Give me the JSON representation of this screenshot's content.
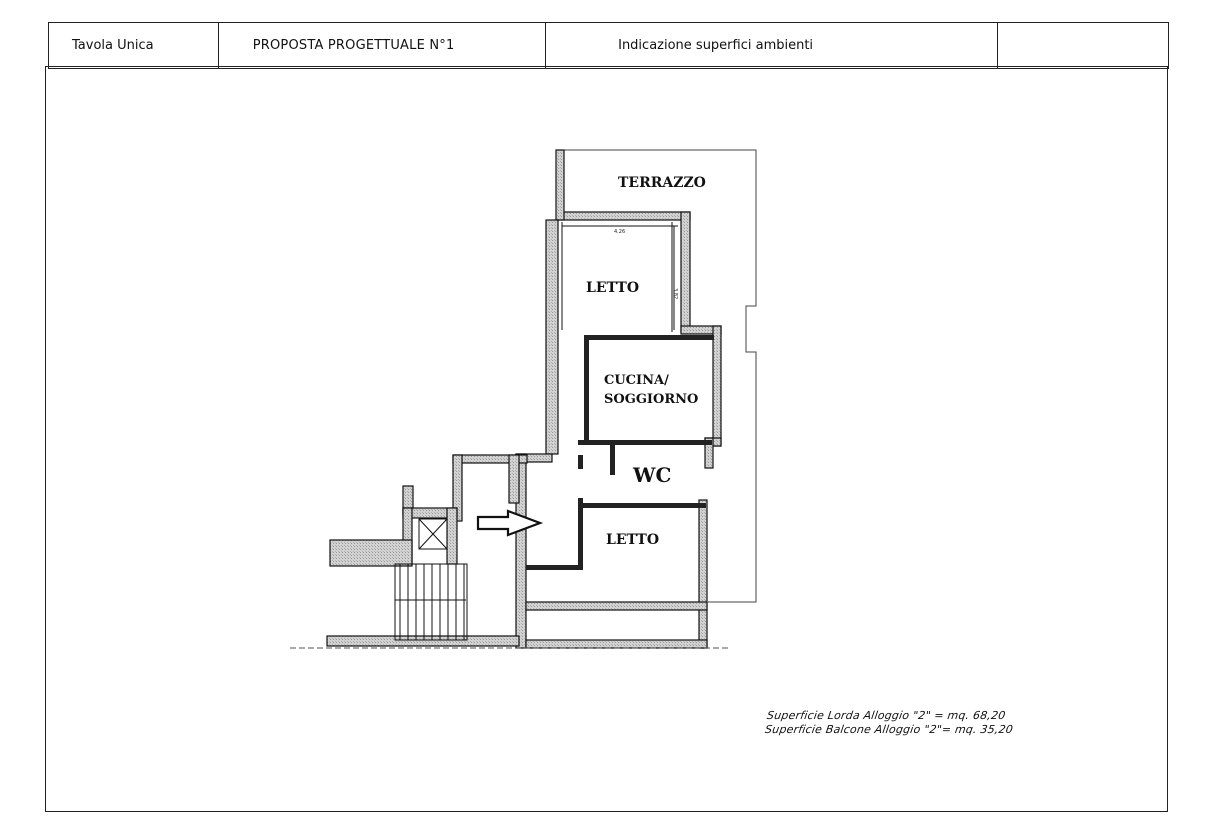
{
  "title_block": {
    "sheet": "Tavola Unica",
    "proposal": "PROPOSTA PROGETTUALE N°1",
    "subject": "Indicazione superfici ambienti",
    "extra": ""
  },
  "rooms": {
    "terrace": "TERRAZZO",
    "bedroom_top": "LETTO",
    "kitchen_line1": "CUCINA/",
    "kitchen_line2": "SOGGIORNO",
    "wc": "WC",
    "bedroom_bottom": "LETTO"
  },
  "dimensions": {
    "width": "4.26",
    "depth": "3.82"
  },
  "notes": {
    "gross_area": "Superficie Lorda Alloggio \"2\" = mq. 68,20",
    "balcony_area": "Superficie Balcone Alloggio \"2\"= mq. 35,20"
  },
  "colors": {
    "wall_fill": "#c9c9c9",
    "line": "#111111"
  }
}
